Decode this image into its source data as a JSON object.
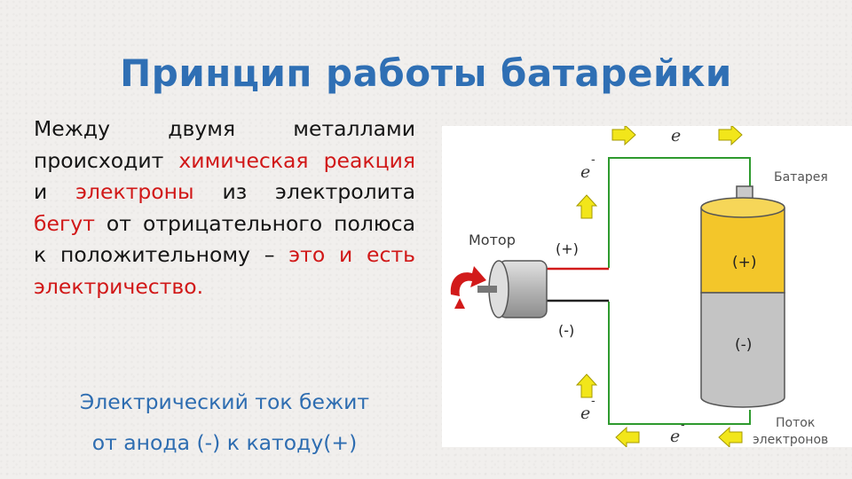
{
  "slide": {
    "title": "Принцип  работы батарейки",
    "paragraph": {
      "t1": "Между двумя металлами происходит ",
      "r1": "химическая реакция",
      "t2": " и ",
      "r2": "электроны",
      "t3": " из электролита ",
      "r3": "бегут",
      "t4": " от отрицательного полюса к положительному – ",
      "r4": "это и есть электричество."
    },
    "current_line1": "Электрический ток бежит",
    "current_line2": "от анода (-) к катоду(+)"
  },
  "diagram": {
    "motor_label": "Мотор",
    "battery_label": "Батарея",
    "flow_label_line1": "Поток",
    "flow_label_line2": "электронов",
    "plus_sign": "(+)",
    "minus_sign": "(-)",
    "electron_symbol": "e",
    "electron_charge": "-",
    "colors": {
      "wire": "#2e9a2e",
      "battery_top": "#f3c62a",
      "battery_bottom": "#c4c4c4",
      "arrow": "#f2e61a",
      "motor": "#b8b8b8",
      "rotation_arrow": "#d21a1a"
    }
  }
}
